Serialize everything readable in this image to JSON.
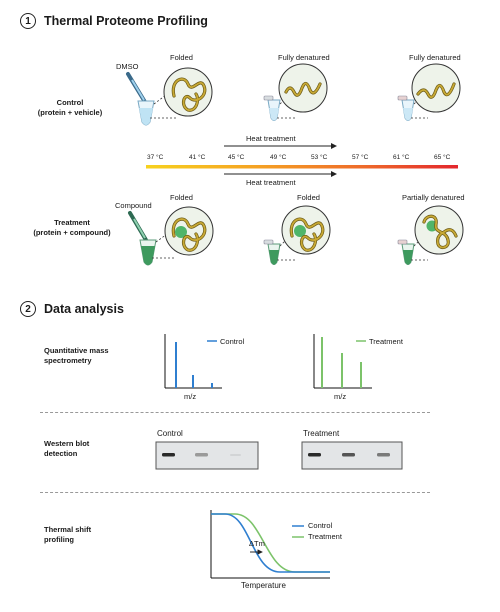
{
  "section1": {
    "number": "1",
    "title": "Thermal Proteome Profiling",
    "control_label_line1": "Control",
    "control_label_line2": "(protein + vehicle)",
    "treatment_label_line1": "Treatment",
    "treatment_label_line2": "(protein + compound)",
    "dmso_label": "DMSO",
    "compound_label": "Compound",
    "control_states": [
      "Folded",
      "Fully denatured",
      "Fully denatured"
    ],
    "treatment_states": [
      "Folded",
      "Folded",
      "Partially denatured"
    ],
    "heat_label_top": "Heat treatment",
    "heat_label_bottom": "Heat treatment",
    "temperatures": [
      "37 °C",
      "41 °C",
      "45 °C",
      "49 °C",
      "53 °C",
      "57 °C",
      "61 °C",
      "65 °C"
    ],
    "gradient_colors": [
      "#f7d21e",
      "#f5a323",
      "#ee6a2a",
      "#e3262d"
    ]
  },
  "section2": {
    "number": "2",
    "title": "Data analysis",
    "ms_label_line1": "Quantitative mass",
    "ms_label_line2": "spectrometry",
    "ms_control_legend": "Control",
    "ms_treatment_legend": "Treatment",
    "ms_xlabel": "m/z",
    "wb_label_line1": "Western blot",
    "wb_label_line2": "detection",
    "wb_control_title": "Control",
    "wb_treatment_title": "Treatment",
    "tsp_label_line1": "Thermal shift",
    "tsp_label_line2": "profiling",
    "tsp_legend_control": "Control",
    "tsp_legend_treatment": "Treatment",
    "tsp_delta": "ΔTm",
    "tsp_xlabel": "Temperature",
    "colors": {
      "control": "#2f7fd0",
      "treatment": "#7cc36a"
    }
  }
}
